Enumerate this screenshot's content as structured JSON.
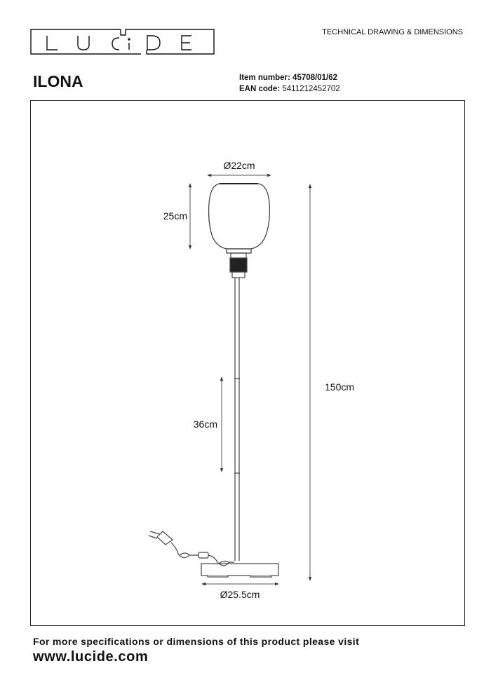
{
  "header": {
    "logo_text": "LUCIDE",
    "doc_type": "TECHNICAL DRAWING & DIMENSIONS",
    "product_name": "ILONA",
    "item_number_label": "Item number:",
    "item_number": "45708/01/62",
    "ean_label": "EAN code:",
    "ean": "5411212452702"
  },
  "dimensions": {
    "shade_diameter": "Ø22cm",
    "shade_height": "25cm",
    "total_height": "150cm",
    "stem_segment": "36cm",
    "base_diameter": "Ø25.5cm"
  },
  "footer": {
    "text": "For more specifications or dimensions of this product please visit",
    "url": "www.lucide.com"
  }
}
